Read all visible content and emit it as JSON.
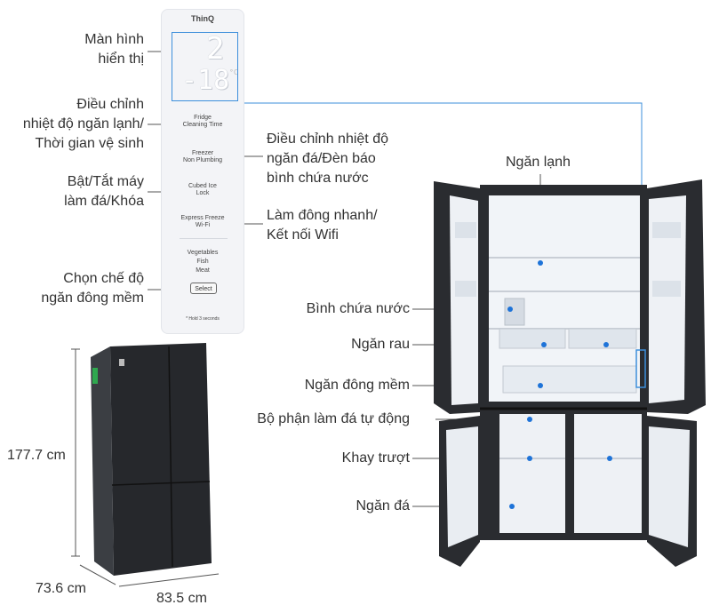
{
  "panel": {
    "brand": "ThinQ",
    "display_top_digit": "2",
    "display_bottom_digits": "-18",
    "display_unit": "°C",
    "fridge_label": "Fridge",
    "fridge_sub": "Cleaning Time",
    "freezer_label": "Freezer",
    "freezer_sub": "Non Plumbing",
    "cubed_ice_label": "Cubed Ice",
    "cubed_ice_sub": "Lock",
    "express_label": "Express Freeze",
    "express_sub": "Wi-Fi",
    "vegetables_label": "Vegetables",
    "fish_label": "Fish",
    "meat_label": "Meat",
    "select_button": "Select",
    "hold_note": "* Hold 3 seconds"
  },
  "left_labels": {
    "display_line1": "Màn hình",
    "display_line2": "hiển thị",
    "fridge_temp_line1": "Điều chỉnh",
    "fridge_temp_line2": "nhiệt độ ngăn lạnh/",
    "fridge_temp_line3": "Thời gian vệ sinh",
    "icemaker_line1": "Bật/Tắt máy",
    "icemaker_line2": "làm đá/Khóa",
    "soft_freeze_line1": "Chọn chế độ",
    "soft_freeze_line2": "ngăn đông mềm"
  },
  "middle_labels": {
    "freezer_temp_line1": "Điều chỉnh nhiệt độ",
    "freezer_temp_line2": "ngăn đá/Đèn báo",
    "freezer_temp_line3": "bình chứa nước",
    "express_line1": "Làm đông nhanh/",
    "express_line2": "Kết nối Wifi"
  },
  "fridge_labels": {
    "fridge_compartment": "Ngăn lạnh",
    "water_tank": "Bình chứa nước",
    "crisper": "Ngăn rau",
    "soft_freeze": "Ngăn đông mềm",
    "icemaker": "Bộ phận làm đá tự động",
    "slide_tray": "Khay trượt",
    "freezer_compartment": "Ngăn đá"
  },
  "dimensions": {
    "height": "177.7 cm",
    "depth": "73.6 cm",
    "width": "83.5 cm"
  },
  "colors": {
    "accent_blue": "#1e73d8",
    "fridge_body": "#2a2c30",
    "interior": "#f1f4f8"
  }
}
